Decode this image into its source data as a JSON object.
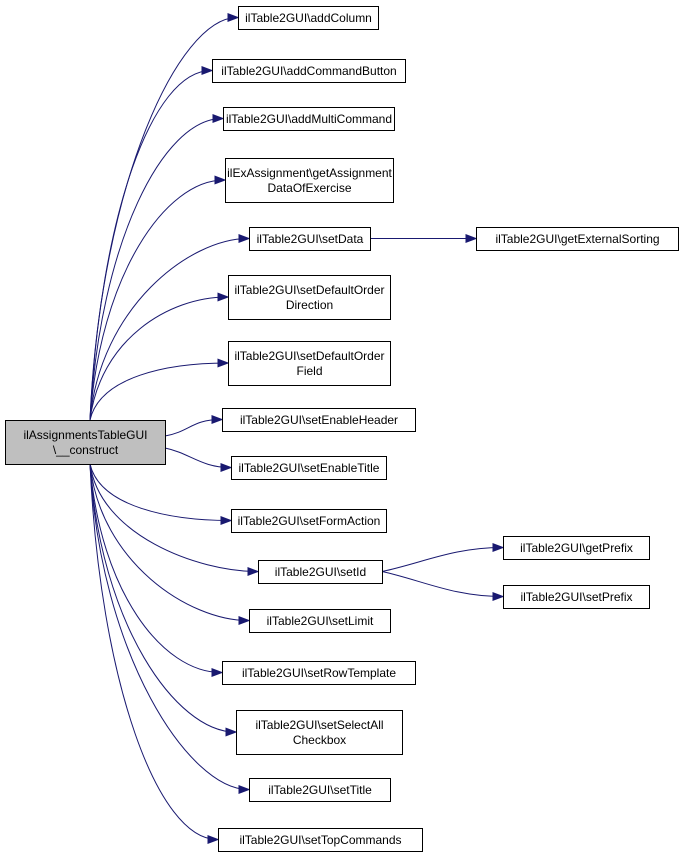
{
  "diagram": {
    "nodes": [
      {
        "id": "root",
        "lines": [
          "ilAssignmentsTableGUI",
          "\\__construct"
        ]
      },
      {
        "id": "addColumn",
        "lines": [
          "ilTable2GUI\\addColumn"
        ]
      },
      {
        "id": "addCommandButton",
        "lines": [
          "ilTable2GUI\\addCommandButton"
        ]
      },
      {
        "id": "addMultiCommand",
        "lines": [
          "ilTable2GUI\\addMultiCommand"
        ]
      },
      {
        "id": "getAssignmentData",
        "lines": [
          "ilExAssignment\\getAssignment",
          "DataOfExercise"
        ]
      },
      {
        "id": "setData",
        "lines": [
          "ilTable2GUI\\setData"
        ]
      },
      {
        "id": "getExternalSorting",
        "lines": [
          "ilTable2GUI\\getExternalSorting"
        ]
      },
      {
        "id": "setDefaultOrderDirection",
        "lines": [
          "ilTable2GUI\\setDefaultOrder",
          "Direction"
        ]
      },
      {
        "id": "setDefaultOrderField",
        "lines": [
          "ilTable2GUI\\setDefaultOrder",
          "Field"
        ]
      },
      {
        "id": "setEnableHeader",
        "lines": [
          "ilTable2GUI\\setEnableHeader"
        ]
      },
      {
        "id": "setEnableTitle",
        "lines": [
          "ilTable2GUI\\setEnableTitle"
        ]
      },
      {
        "id": "setFormAction",
        "lines": [
          "ilTable2GUI\\setFormAction"
        ]
      },
      {
        "id": "setId",
        "lines": [
          "ilTable2GUI\\setId"
        ]
      },
      {
        "id": "getPrefix",
        "lines": [
          "ilTable2GUI\\getPrefix"
        ]
      },
      {
        "id": "setPrefix",
        "lines": [
          "ilTable2GUI\\setPrefix"
        ]
      },
      {
        "id": "setLimit",
        "lines": [
          "ilTable2GUI\\setLimit"
        ]
      },
      {
        "id": "setRowTemplate",
        "lines": [
          "ilTable2GUI\\setRowTemplate"
        ]
      },
      {
        "id": "setSelectAllCheckbox",
        "lines": [
          "ilTable2GUI\\setSelectAll",
          "Checkbox"
        ]
      },
      {
        "id": "setTitle",
        "lines": [
          "ilTable2GUI\\setTitle"
        ]
      },
      {
        "id": "setTopCommands",
        "lines": [
          "ilTable2GUI\\setTopCommands"
        ]
      }
    ],
    "edges": [
      {
        "from": "root",
        "to": "addColumn"
      },
      {
        "from": "root",
        "to": "addCommandButton"
      },
      {
        "from": "root",
        "to": "addMultiCommand"
      },
      {
        "from": "root",
        "to": "getAssignmentData"
      },
      {
        "from": "root",
        "to": "setData"
      },
      {
        "from": "setData",
        "to": "getExternalSorting"
      },
      {
        "from": "root",
        "to": "setDefaultOrderDirection"
      },
      {
        "from": "root",
        "to": "setDefaultOrderField"
      },
      {
        "from": "root",
        "to": "setEnableHeader"
      },
      {
        "from": "root",
        "to": "setEnableTitle"
      },
      {
        "from": "root",
        "to": "setFormAction"
      },
      {
        "from": "root",
        "to": "setId"
      },
      {
        "from": "setId",
        "to": "getPrefix"
      },
      {
        "from": "setId",
        "to": "setPrefix"
      },
      {
        "from": "root",
        "to": "setLimit"
      },
      {
        "from": "root",
        "to": "setRowTemplate"
      },
      {
        "from": "root",
        "to": "setSelectAllCheckbox"
      },
      {
        "from": "root",
        "to": "setTitle"
      },
      {
        "from": "root",
        "to": "setTopCommands"
      }
    ],
    "colors": {
      "edge": "#191970",
      "root_fill": "#bfbfbf",
      "node_fill": "#ffffff",
      "node_stroke": "#000000"
    }
  }
}
